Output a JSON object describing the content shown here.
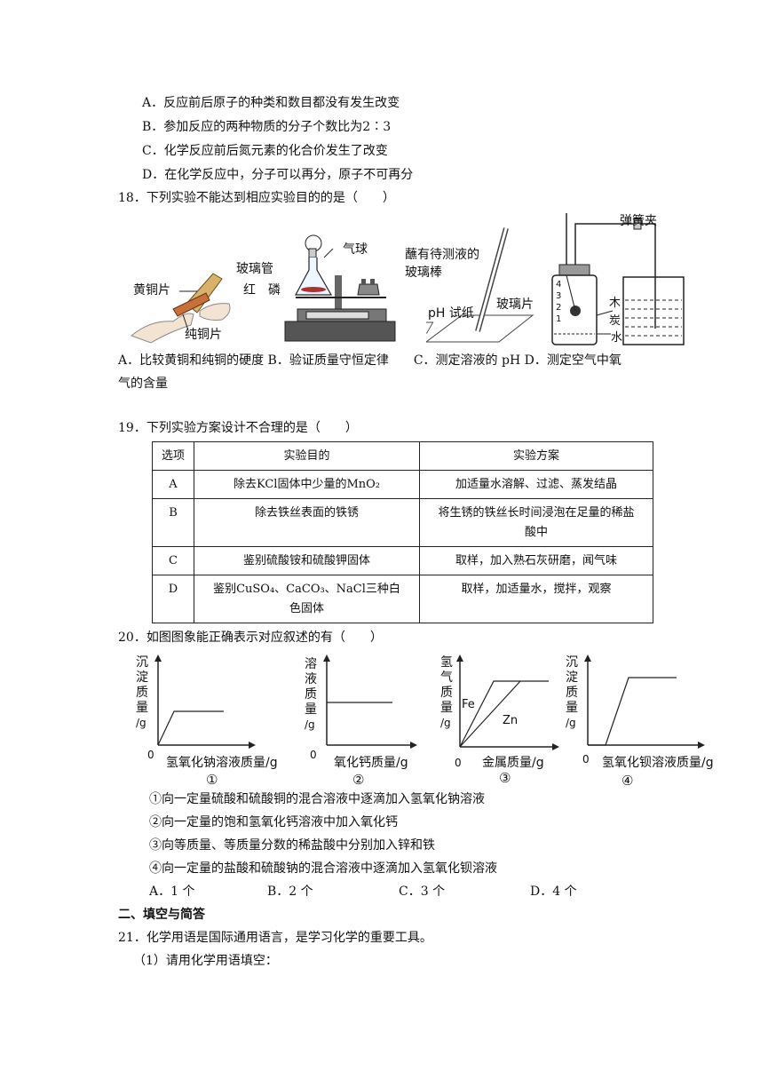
{
  "q17_options": [
    "A．反应前后原子的种类和数目都没有发生改变",
    "B．参加反应的两种物质的分子个数比为2∶3",
    "C．化学反应前后氮元素的化合价发生了改变",
    "D．在化学反应中，分子可以再分，原子不可再分"
  ],
  "q18": {
    "stem": "18．下列实验不能达到相应实验目的的是（　　）",
    "figA": {
      "label1": "黄铜片",
      "label2": "纯铜片"
    },
    "figB": {
      "balloon": "气球",
      "tube": "玻璃管",
      "phosphorus": "红　磷"
    },
    "figC": {
      "rod_label_1": "蘸有待测液的",
      "rod_label_2": "玻璃棒",
      "paper": "pH 试纸",
      "plate": "玻璃片"
    },
    "figD": {
      "clamp": "弹簧夹",
      "charcoal_1": "木",
      "charcoal_2": "炭",
      "water": "水",
      "marks": [
        "4",
        "3",
        "2",
        "1"
      ]
    },
    "options_line1": "A．比较黄铜和纯铜的硬度 B．验证质量守恒定律　　C．测定溶液的 pH D．测定空气中氧",
    "options_line2": "气的含量"
  },
  "q19": {
    "stem": "19．下列实验方案设计不合理的是（　　）",
    "headers": [
      "选项",
      "实验目的",
      "实验方案"
    ],
    "rows": [
      {
        "opt": "A",
        "purpose": "除去KCl固体中少量的MnO₂",
        "plan": "加适量水溶解、过滤、蒸发结晶"
      },
      {
        "opt": "B",
        "purpose": "除去铁丝表面的铁锈",
        "plan": "将生锈的铁丝长时间浸泡在足量的稀盐酸中"
      },
      {
        "opt": "C",
        "purpose": "鉴别硫酸铵和硫酸钾固体",
        "plan": "取样，加入熟石灰研磨，闻气味"
      },
      {
        "opt": "D",
        "purpose": "鉴别CuSO₄、CaCO₃、NaCl三种白色固体",
        "plan": "取样，加适量水，搅拌，观察"
      }
    ]
  },
  "q20": {
    "stem": "20．如图图象能正确表示对应叙述的有（　　）",
    "graphs": [
      {
        "ylabel": [
          "沉",
          "淀",
          "质",
          "量",
          "/g"
        ],
        "xlabel": "氢氧化钠溶液质量/g",
        "origin": "0",
        "num": "①"
      },
      {
        "ylabel": [
          "溶",
          "液",
          "质",
          "量",
          "/g"
        ],
        "xlabel": "氧化钙质量/g",
        "origin": "0",
        "num": "②"
      },
      {
        "ylabel": [
          "氢",
          "气",
          "质",
          "量",
          "/g"
        ],
        "xlabel": "金属质量/g",
        "origin": "0",
        "num": "③",
        "series": [
          "Fe",
          "Zn"
        ]
      },
      {
        "ylabel": [
          "沉",
          "淀",
          "质",
          "量",
          "/g"
        ],
        "xlabel": "氢氧化钡溶液质量/g",
        "origin": "0",
        "num": "④"
      }
    ],
    "statements": [
      "①向一定量硫酸和硫酸铜的混合溶液中逐滴加入氢氧化钠溶液",
      "②向一定量的饱和氢氧化钙溶液中加入氧化钙",
      "③向等质量、等质量分数的稀盐酸中分别加入锌和铁",
      "④向一定量的盐酸和硫酸钠的混合溶液中逐滴加入氢氧化钡溶液"
    ],
    "options": [
      "A．1 个",
      "B．2 个",
      "C．3 个",
      "D．4 个"
    ]
  },
  "section2": {
    "title": "二、填空与简答",
    "q21_stem": "21．化学用语是国际通用语言，是学习化学的重要工具。",
    "q21_sub1": "（1）请用化学用语填空："
  }
}
